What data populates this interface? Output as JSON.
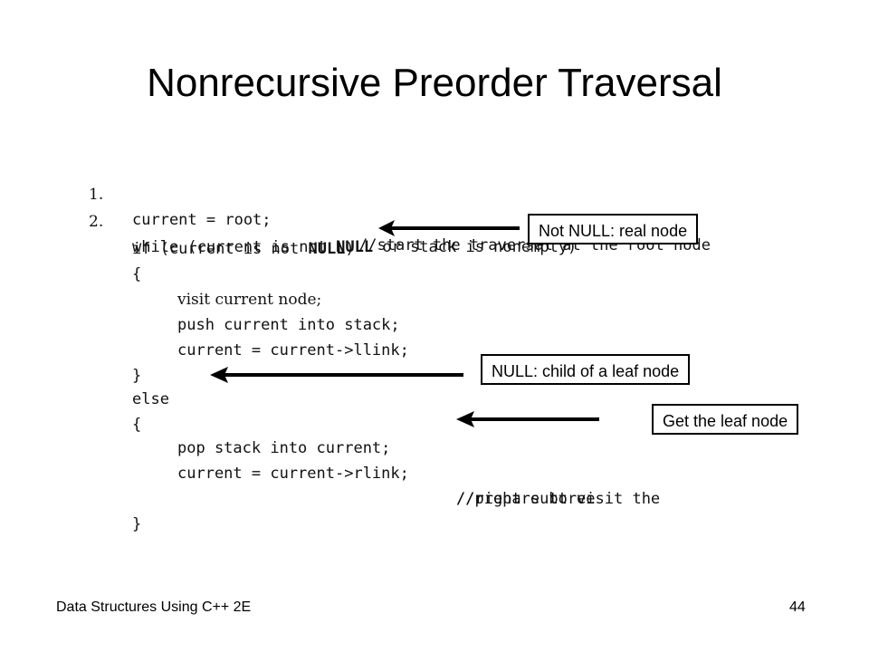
{
  "slide": {
    "title": "Nonrecursive Preorder Traversal",
    "footer_left": "Data Structures Using C++ 2E",
    "page_number": "44"
  },
  "code": {
    "l1": {
      "num": "1.",
      "a": "current = root;",
      "b": "//start the traversal at the root node"
    },
    "l2": {
      "num": "2.",
      "a": "while (current is not ",
      "b": "NULL",
      "c": " or stack is nonempty)"
    },
    "l3": {
      "a": "if (current is not ",
      "b": "NULL",
      "c": ")"
    },
    "l4": "{",
    "l5": "visit current node;",
    "l6": "push current into stack;",
    "l7": "current = current->llink;",
    "l8": "}",
    "l9": "else",
    "l10": "{",
    "l11": "pop stack into current;",
    "l12": {
      "a": "current = current->rlink;",
      "b": "//prepare to visit the"
    },
    "l13": "//right subtree",
    "l14": "}"
  },
  "callouts": {
    "not_null": "Not NULL: real node",
    "null_child": "NULL: child of a leaf node",
    "get_leaf": "Get the leaf node"
  }
}
